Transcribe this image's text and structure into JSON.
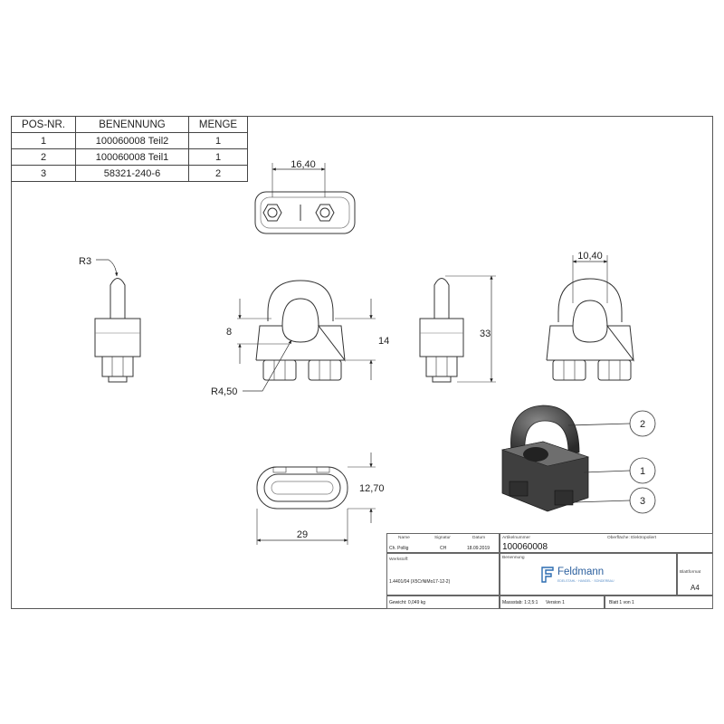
{
  "bom": {
    "headers": [
      "POS-NR.",
      "BENENNUNG",
      "MENGE"
    ],
    "rows": [
      [
        "1",
        "100060008 Teil2",
        "1"
      ],
      [
        "2",
        "100060008 Teil1",
        "1"
      ],
      [
        "3",
        "58321-240-6",
        "2"
      ]
    ]
  },
  "dimensions": {
    "top_width": "16,40",
    "side_radius": "R3",
    "front_height_small": "8",
    "front_height": "14",
    "front_radius": "R4,50",
    "side_height": "33",
    "back_width": "10,40",
    "bottom_height": "12,70",
    "bottom_width": "29"
  },
  "balloons": [
    "2",
    "1",
    "3"
  ],
  "title_block": {
    "col_headers": [
      "Name",
      "Signatur",
      "Datum"
    ],
    "drawn_by": "Ch. Pollig",
    "signature": "CH",
    "date": "18.09.2019",
    "article_label": "Artikelnummer",
    "article_number": "100060008",
    "surface_label": "Oberfläche: Elektropoliert",
    "description_label": "Benennung",
    "material_label": "Werkstoff:",
    "material": "1.4401/04 (X5CrNiMo17-12-2)",
    "company": "Feldmann",
    "company_tagline": "EDELSTAHL · HANDEL · SONDERBAU",
    "format_label": "Blattformat",
    "format": "A4",
    "weight": "Gewicht: 0,049 kg",
    "scale": "Massstab: 1:2,5:1",
    "version": "Version 1",
    "sheet": "Blatt 1 von 1"
  }
}
